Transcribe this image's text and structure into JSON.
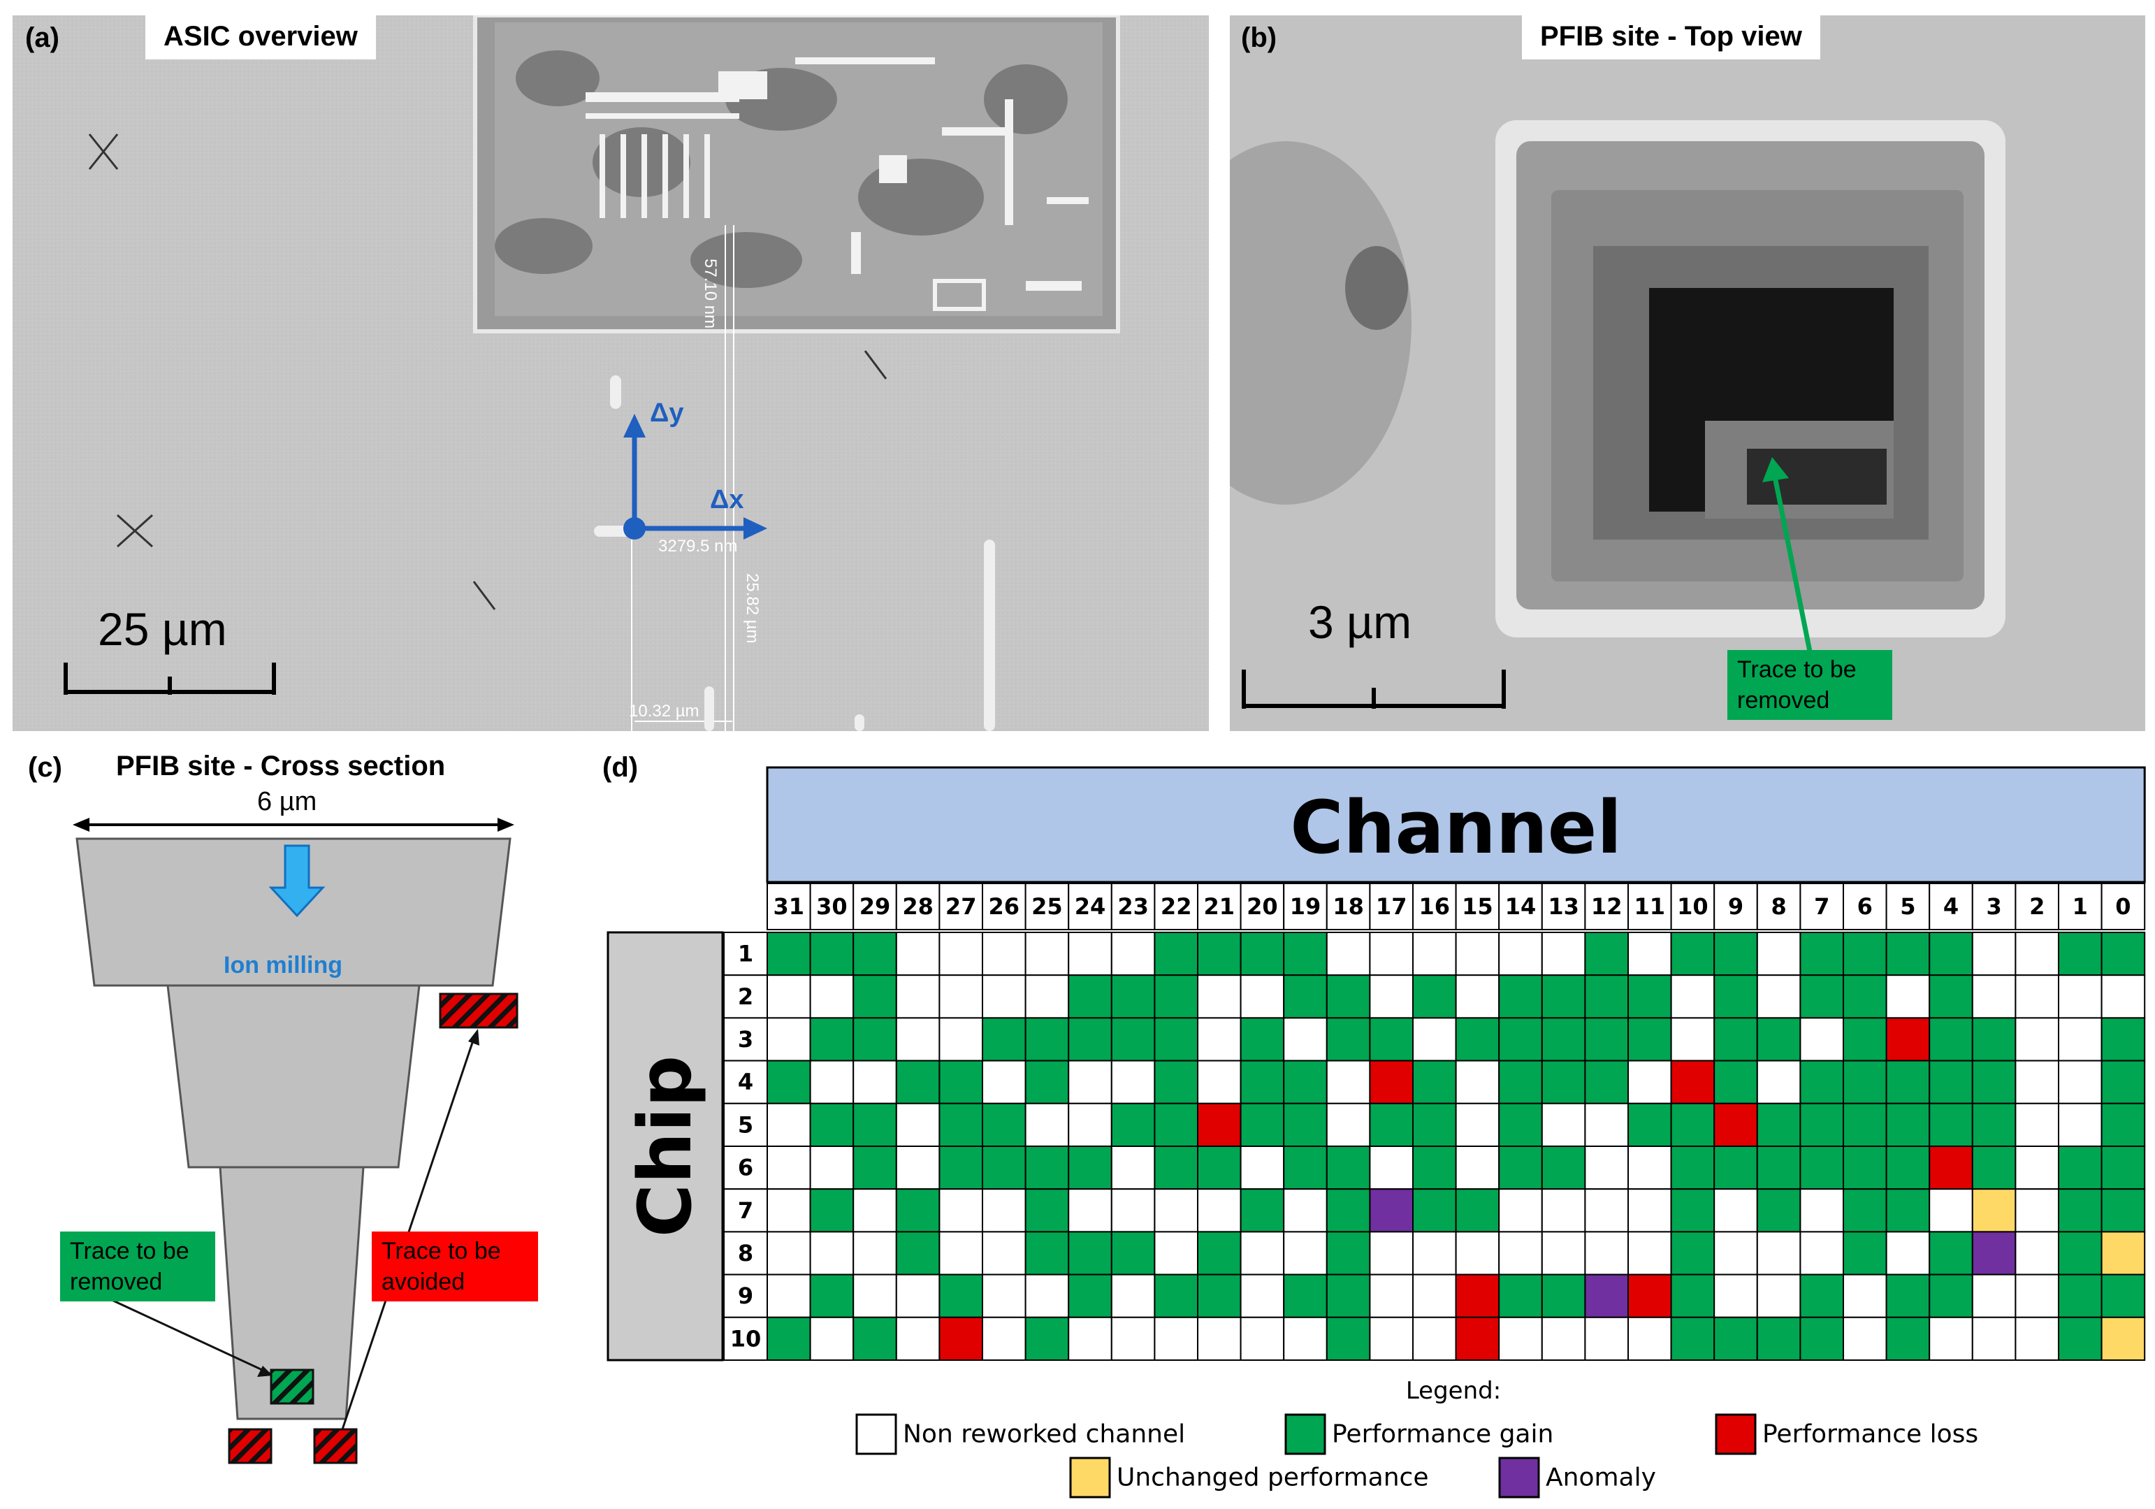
{
  "panels": {
    "a": {
      "letter": "(a)",
      "title": "ASIC overview",
      "scale": "25 µm",
      "arrow_y": "Δy",
      "arrow_x": "Δx",
      "meas1": "57.10 nm",
      "meas2": "3279.5 nm",
      "meas3": "25.82 µm",
      "meas4": "10.32 µm"
    },
    "b": {
      "letter": "(b)",
      "title": "PFIB site - Top view",
      "scale": "3 µm",
      "trace_label": "Trace to be removed"
    },
    "c": {
      "letter": "(c)",
      "title": "PFIB site - Cross section",
      "width_label": "6 µm",
      "ion_label": "Ion milling",
      "remove_label": "Trace to be removed",
      "avoid_label": "Trace to be avoided"
    },
    "d": {
      "letter": "(d)",
      "channel_header": "Channel",
      "chip_header": "Chip"
    }
  },
  "colors": {
    "W": "#ffffff",
    "G": "#00a651",
    "R": "#e00000",
    "P": "#7030a0",
    "Y": "#ffd966",
    "header_blue": "#afc6e8",
    "chip_grey": "#cbcbcb",
    "sem_bg": "#c9c9c9"
  },
  "grid": {
    "channels": [
      "31",
      "30",
      "29",
      "28",
      "27",
      "26",
      "25",
      "24",
      "23",
      "22",
      "21",
      "20",
      "19",
      "18",
      "17",
      "16",
      "15",
      "14",
      "13",
      "12",
      "11",
      "10",
      "9",
      "8",
      "7",
      "6",
      "5",
      "4",
      "3",
      "2",
      "1",
      "0"
    ],
    "chips": [
      "1",
      "2",
      "3",
      "4",
      "5",
      "6",
      "7",
      "8",
      "9",
      "10"
    ],
    "rows": [
      "GGGWWWWWWGGGGWWWWWWGWGGWGGGGWWGG",
      "WWGWWWWGGGWWGGWGWGGGGWGWGGWGWWWW",
      "WGGWWGGGGGWGWGGWGGGGGWGGWGRGGWWG",
      "GWWGGWGWWGWGGWRGWGGGWRGWGGGGGWWG",
      "WGGWGGWWGGRGGWGGWGWWGGRGGGGGGWWG",
      "WWGWGGGGWGGWGGWGWGGWWGGGGGGRGWGG",
      "WGWGWWGWWWWGWGPGGWWWWGWGWGGWYWGG",
      "WWWGWWGGGWGWWGWWWWWWWGWWWGWGPWGYW",
      "WGWWGWWGWGGWGGWWRGGPRGWWGWGGWWGG",
      "GWGWRWGWWWWWWGWWRWWWWGGGGWGWWWGY"
    ],
    "legend_title": "Legend:",
    "legend": [
      {
        "key": "W",
        "label": "Non reworked channel"
      },
      {
        "key": "G",
        "label": "Performance gain"
      },
      {
        "key": "R",
        "label": "Performance loss"
      },
      {
        "key": "Y",
        "label": "Unchanged performance"
      },
      {
        "key": "P",
        "label": "Anomaly"
      }
    ]
  }
}
